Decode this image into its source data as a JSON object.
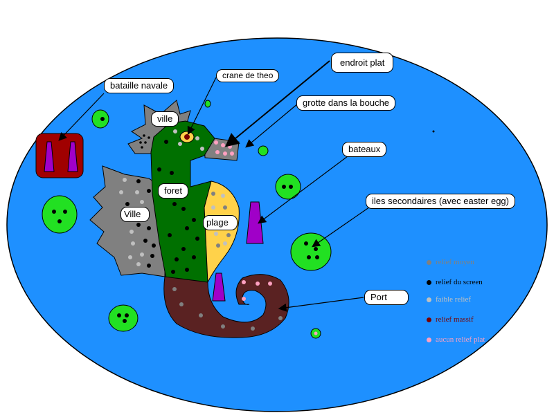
{
  "labels": {
    "bataille": "bataille navale",
    "crane": "crane de theo",
    "endroit_plat": "endroit plat",
    "grotte": "grotte dans la bouche",
    "bateaux": "bateaux",
    "iles": "iles secondaires (avec easter egg)",
    "port": "Port",
    "ville_top": "ville",
    "ville_left": "Ville",
    "foret": "foret",
    "plage": "plage"
  },
  "legend": [
    {
      "label": "relief moyen",
      "color": "#808080"
    },
    {
      "label": "relief du screen",
      "color": "#000000"
    },
    {
      "label": "faible relief",
      "color": "#c0c0c0"
    },
    {
      "label": "relief massif",
      "color": "#7a0000"
    },
    {
      "label": "aucun relief plat",
      "color": "#ffa0c0"
    }
  ],
  "colors": {
    "sea": "#1e90ff",
    "island": "#22e022",
    "forest": "#007000",
    "city": "#808080",
    "beach": "#ffd24a",
    "tail": "#5a2222",
    "boat": "#a000c8",
    "battle_zone": "#a00000"
  }
}
